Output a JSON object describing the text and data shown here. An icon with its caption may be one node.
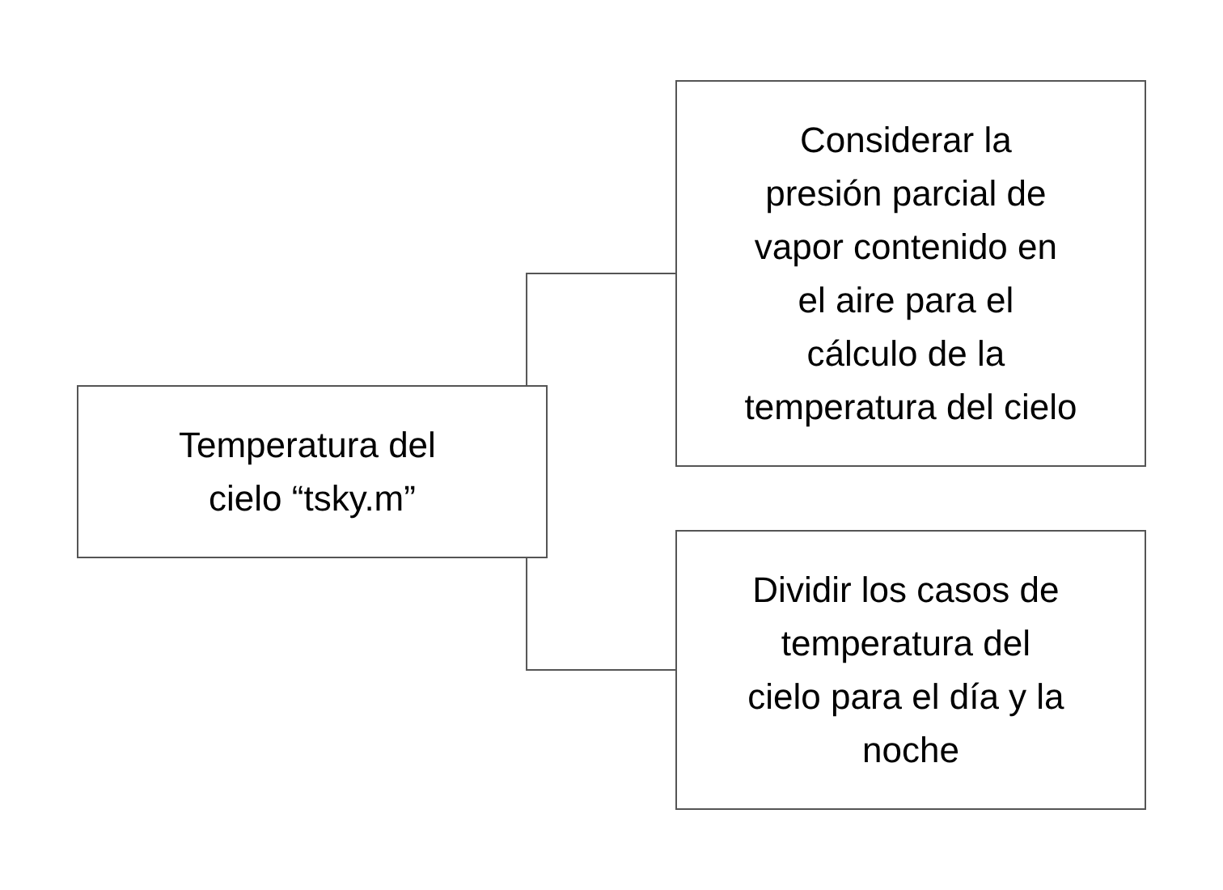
{
  "diagram": {
    "nodes": [
      {
        "text": [
          "Temperatura del cielo “tsky.m”"
        ]
      },
      {
        "text": [
          "Considerar la presión parcial de vapor contenido en el aire para el cálculo de la temperatura del cielo"
        ]
      },
      {
        "text": [
          "Dividir los casos de temperatura del cielo para el día y la noche"
        ]
      }
    ],
    "edges": [
      {
        "from": 0,
        "to": 1,
        "arrow": "none"
      },
      {
        "from": 0,
        "to": 2,
        "arrow": "none"
      }
    ]
  }
}
